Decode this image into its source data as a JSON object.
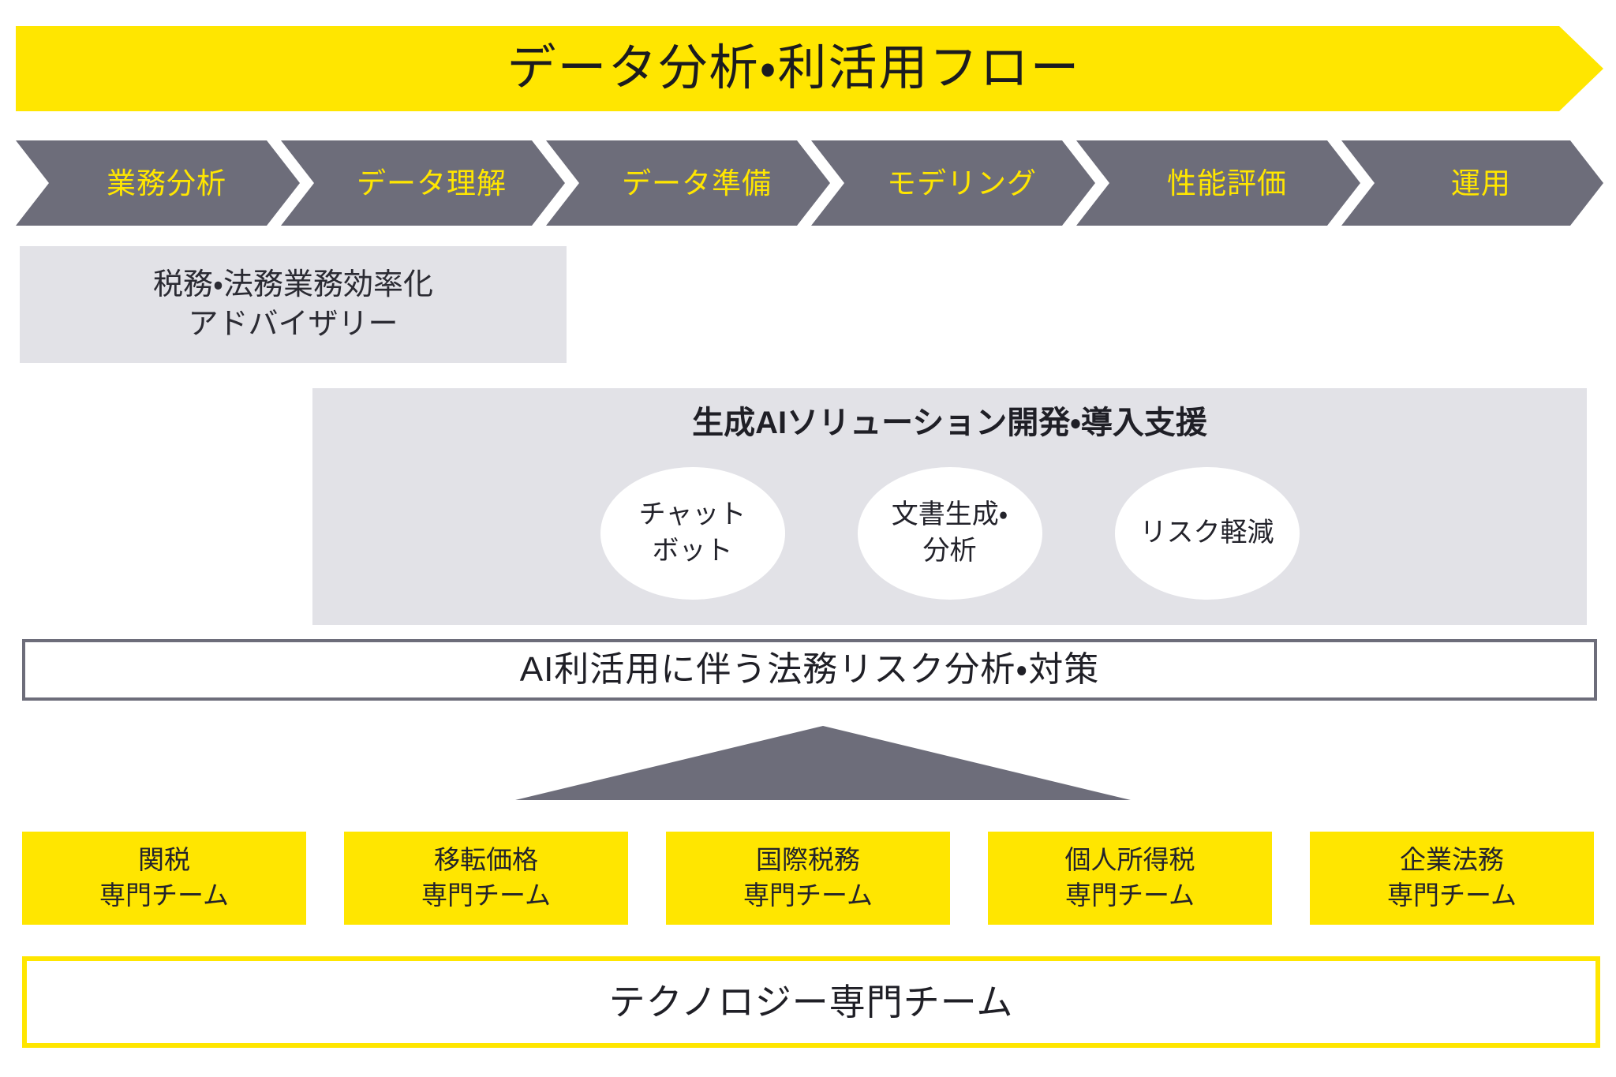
{
  "colors": {
    "brand_yellow": "#FFE600",
    "slate_gray": "#6D6D7A",
    "light_gray": "#E2E2E7",
    "text_dark": "#23232B",
    "white": "#FFFFFF"
  },
  "title_banner": {
    "text": "データ分析・利活用フロー"
  },
  "process_flow": {
    "steps": [
      {
        "label": "業務分析"
      },
      {
        "label": "データ理解"
      },
      {
        "label": "データ準備"
      },
      {
        "label": "モデリング"
      },
      {
        "label": "性能評価"
      },
      {
        "label": "運用"
      }
    ]
  },
  "advisory_box": {
    "line1": "税務・法務業務効率化",
    "line2": "アドバイザリー"
  },
  "genai_panel": {
    "heading": "生成AIソリューション開発・導入支援",
    "bubbles": [
      {
        "label": "チャット\nボット"
      },
      {
        "label": "文書生成・\n分析"
      },
      {
        "label": "リスク軽減"
      }
    ]
  },
  "risk_box": {
    "text": "AI利活用に伴う法務リスク分析・対策"
  },
  "team_row": {
    "teams": [
      {
        "line1": "関税",
        "line2": "専門チーム"
      },
      {
        "line1": "移転価格",
        "line2": "専門チーム"
      },
      {
        "line1": "国際税務",
        "line2": "専門チーム"
      },
      {
        "line1": "個人所得税",
        "line2": "専門チーム"
      },
      {
        "line1": "企業法務",
        "line2": "専門チーム"
      }
    ]
  },
  "tech_box": {
    "text": "テクノロジー専門チーム"
  }
}
